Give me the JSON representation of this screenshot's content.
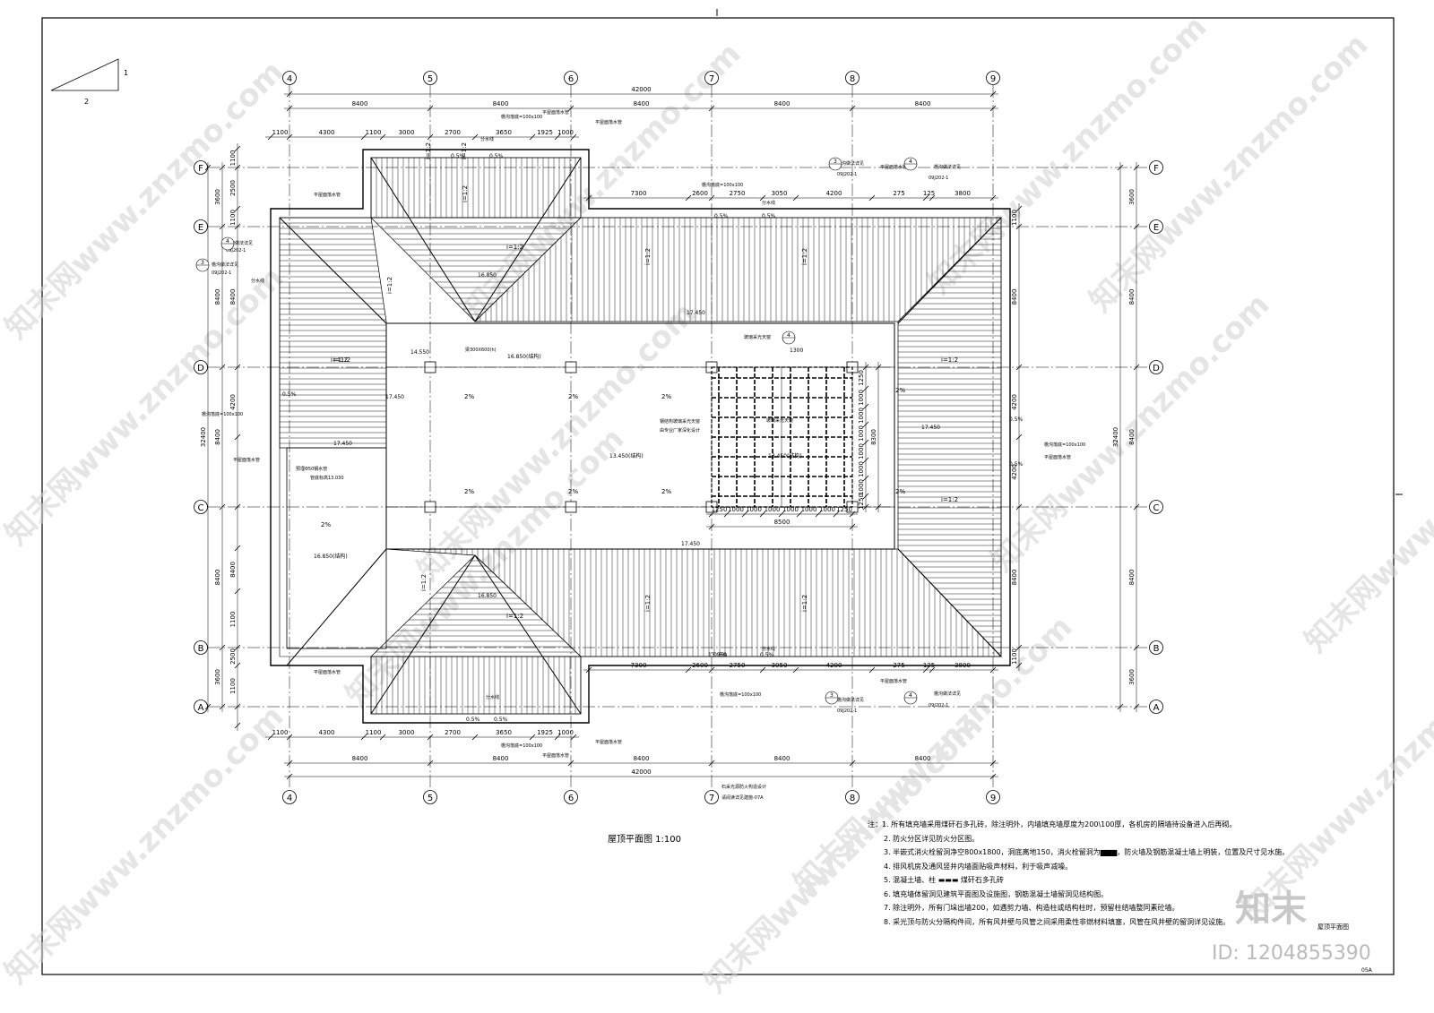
{
  "drawing": {
    "title": "屋顶平面图 1:100",
    "slope_triangle": {
      "rise": "1",
      "run": "2"
    },
    "grid_columns": [
      "4",
      "5",
      "6",
      "7",
      "8",
      "9"
    ],
    "grid_rows": [
      "F",
      "E",
      "D",
      "C",
      "B",
      "A"
    ],
    "total_width": "42000",
    "total_depth": "32400",
    "bay_widths": [
      "8400",
      "8400",
      "8400",
      "8400",
      "8400"
    ],
    "top_detail_dims": [
      "1100",
      "4300",
      "1100",
      "3000",
      "2700",
      "3650",
      "1925",
      "1000"
    ],
    "top_right_dims": [
      "7300",
      "2600",
      "2750",
      "3050",
      "4200",
      "275",
      "125",
      "3800"
    ],
    "left_dims": [
      "1100",
      "2500",
      "3600",
      "1100",
      "8400",
      "4200",
      "32400",
      "4200",
      "2500",
      "1100",
      "8400",
      "1100",
      "3600",
      "2500",
      "1100"
    ],
    "right_dims": [
      "3600",
      "8400",
      "8400",
      "8400",
      "3600",
      "32400"
    ],
    "skylight_dims": [
      "1250",
      "1000",
      "1000",
      "1000",
      "1000",
      "1000",
      "1000",
      "1250"
    ],
    "skylight_total": "8500",
    "skylight_height": "8300",
    "elevations": [
      "16.850",
      "17.450",
      "16.850(结构)",
      "13.450(结构)",
      "14.550",
      "17.450",
      "17.450",
      "16.850",
      "13.950"
    ],
    "slopes": [
      "i=1:2",
      "0.5%",
      "2%"
    ],
    "labels": {
      "gutter": "檐沟落底=100x100",
      "drain": "平屋面落水管",
      "divide": "分水线",
      "beam": "梁300X600(h)",
      "steel": "钢结构玻璃采光天窗",
      "steel2": "由专业厂家深化设计",
      "pipe": "预埋Φ50钢水管",
      "pipe2": "管底标高13.030",
      "ref1": "09J202-1",
      "ref2": "檐沟做法详见",
      "glass": "玻璃采光天窗",
      "fire": "石采光源防火构造设计",
      "fire2": "请阅读详见建施-07A"
    }
  },
  "notes": [
    "注：1. 所有填充墙采用煤矸石多孔砖，除注明外，内墙填充墙厚度为200\\100厚，各机房的隔墙待设备进入后再砌。",
    "2. 防火分区详见防火分区图。",
    "3. 半嵌式消火栓留洞净空800x1800，洞底离地150，消火栓留洞为▆▆▆，防火墙及钢筋混凝土墙上明装，位置及尺寸见水施。",
    "4. 排风机房及通风竖井内墙面贴吸声材料，利于吸声减噪。",
    "5. 混凝土墙、柱 ▬▬▬ 煤矸石多孔砖",
    "6. 填充墙体留洞见建筑平面图及设施图，钢筋混凝土墙留洞见结构图。",
    "7. 除注明外，所有门垛出墙200，如遇剪力墙、构造柱或结构柱时，预留柱结墙整同素砼墙。",
    "8. 采光顶与防火分隔构件间，所有风井壁与风管之间采用柔性非燃材料填塞，风管在风井壁的留洞详见设施。"
  ],
  "watermark": "知末网www.znzmo.com",
  "logo": "知末",
  "id_text": "ID: 1204855390",
  "sheet_no": "05A",
  "corner_label": "屋顶平面图"
}
